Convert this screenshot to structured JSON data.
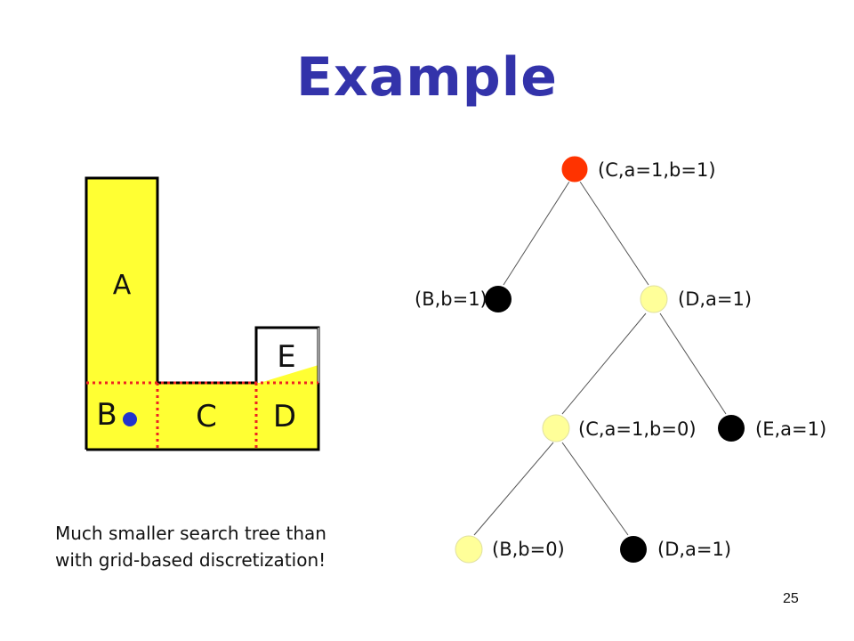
{
  "slide": {
    "title": "Example",
    "caption_line1": "Much smaller search tree than",
    "caption_line2": "with grid-based discretization!",
    "page_number": "25"
  },
  "map": {
    "regions": {
      "A": "A",
      "B": "B",
      "C": "C",
      "D": "D",
      "E": "E"
    },
    "colors": {
      "fill": "#ffff33",
      "divider": "#ee2222",
      "dot": "#2233cc",
      "outline": "#000000"
    }
  },
  "tree": {
    "nodes": [
      {
        "id": "n1",
        "label": "(C,a=1,b=1)",
        "color": "#ff3300"
      },
      {
        "id": "n2",
        "label": "(B,b=1)",
        "color": "#000000"
      },
      {
        "id": "n3",
        "label": "(D,a=1)",
        "color": "#ffff99"
      },
      {
        "id": "n4",
        "label": "(C,a=1,b=0)",
        "color": "#ffff99"
      },
      {
        "id": "n5",
        "label": "(E,a=1)",
        "color": "#000000"
      },
      {
        "id": "n6",
        "label": "(B,b=0)",
        "color": "#ffff99"
      },
      {
        "id": "n7",
        "label": "(D,a=1)",
        "color": "#000000"
      }
    ],
    "edges": [
      [
        "n1",
        "n2"
      ],
      [
        "n1",
        "n3"
      ],
      [
        "n3",
        "n4"
      ],
      [
        "n3",
        "n5"
      ],
      [
        "n4",
        "n6"
      ],
      [
        "n4",
        "n7"
      ]
    ]
  }
}
